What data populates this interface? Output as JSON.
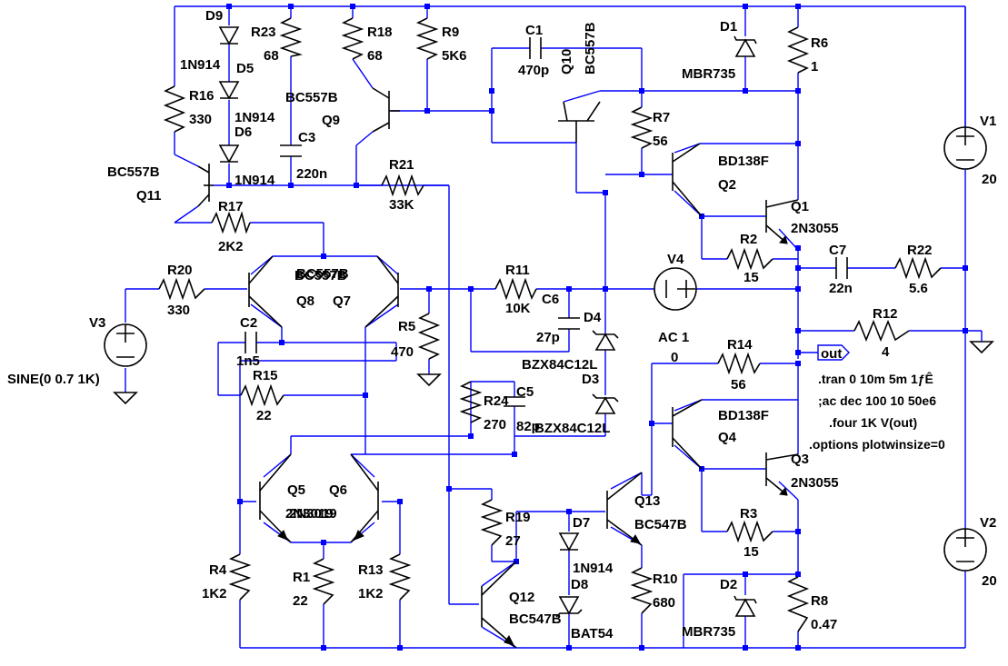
{
  "components": {
    "D9": {
      "ref": "D9",
      "value": "1N914"
    },
    "D5": {
      "ref": "D5",
      "value": "1N914"
    },
    "D6": {
      "ref": "D6",
      "value": "1N914"
    },
    "R23": {
      "ref": "R23",
      "value": "68"
    },
    "R18": {
      "ref": "R18",
      "value": "68"
    },
    "R9": {
      "ref": "R9",
      "value": "5K6"
    },
    "C1": {
      "ref": "C1",
      "value": "470p"
    },
    "Q10": {
      "ref": "Q10",
      "value": "BC557B"
    },
    "D1": {
      "ref": "D1",
      "value": "MBR735"
    },
    "R6": {
      "ref": "R6",
      "value": "1"
    },
    "R16": {
      "ref": "R16",
      "value": "330"
    },
    "Q9": {
      "ref": "Q9",
      "value": "BC557B"
    },
    "C3": {
      "ref": "C3",
      "value": "220n"
    },
    "R7": {
      "ref": "R7",
      "value": "56"
    },
    "V1": {
      "ref": "V1",
      "value": "20"
    },
    "Q11": {
      "ref": "Q11",
      "value": "BC557B"
    },
    "R21": {
      "ref": "R21",
      "value": "33K"
    },
    "Q2": {
      "ref": "Q2",
      "value": "BD138F"
    },
    "Q1": {
      "ref": "Q1",
      "value": "2N3055"
    },
    "R17": {
      "ref": "R17",
      "value": "2K2"
    },
    "R2": {
      "ref": "R2",
      "value": "15"
    },
    "C7": {
      "ref": "C7",
      "value": "22n"
    },
    "R22": {
      "ref": "R22",
      "value": "5.6"
    },
    "R20": {
      "ref": "R20",
      "value": "330"
    },
    "Q8": {
      "ref": "Q8",
      "value": "BC557B"
    },
    "Q7": {
      "ref": "Q7",
      "value": "BC557B"
    },
    "R11": {
      "ref": "R11",
      "value": "10K"
    },
    "V4": {
      "ref": "V4",
      "value": ""
    },
    "V3": {
      "ref": "V3",
      "value": "SINE(0 0.7 1K)"
    },
    "C2": {
      "ref": "C2",
      "value": "1n5"
    },
    "R5": {
      "ref": "R5",
      "value": "470"
    },
    "C6": {
      "ref": "C6",
      "value": "27p"
    },
    "D4": {
      "ref": "D4",
      "value": "BZX84C12L"
    },
    "R12": {
      "ref": "R12",
      "value": "4"
    },
    "R15": {
      "ref": "R15",
      "value": "22"
    },
    "D3": {
      "ref": "D3",
      "value": "BZX84C12L"
    },
    "R14": {
      "ref": "R14",
      "value": "56"
    },
    "R24": {
      "ref": "R24",
      "value": "270"
    },
    "C5": {
      "ref": "C5",
      "value": "82p"
    },
    "Q4": {
      "ref": "Q4",
      "value": "BD138F"
    },
    "Q3": {
      "ref": "Q3",
      "value": "2N3055"
    },
    "Q5": {
      "ref": "Q5",
      "value": "2N3019"
    },
    "Q6": {
      "ref": "Q6",
      "value": "2N3019"
    },
    "R19": {
      "ref": "R19",
      "value": "27"
    },
    "D7": {
      "ref": "D7",
      "value": "1N914"
    },
    "Q13": {
      "ref": "Q13",
      "value": "BC547B"
    },
    "R3": {
      "ref": "R3",
      "value": "15"
    },
    "R4": {
      "ref": "R4",
      "value": "1K2"
    },
    "R1": {
      "ref": "R1",
      "value": "22"
    },
    "R13": {
      "ref": "R13",
      "value": "1K2"
    },
    "D8": {
      "ref": "D8",
      "value": "BAT54"
    },
    "Q12": {
      "ref": "Q12",
      "value": "BC547B"
    },
    "R10": {
      "ref": "R10",
      "value": "680"
    },
    "D2": {
      "ref": "D2",
      "value": "MBR735"
    },
    "R8": {
      "ref": "R8",
      "value": "0.47"
    },
    "V2": {
      "ref": "V2",
      "value": "20"
    }
  },
  "ac_source": {
    "label": "AC 1",
    "value": "0"
  },
  "output_flag": "out",
  "directives": [
    ".tran 0 10m 5m 1ƒÊ",
    ";ac dec 100 10 50e6",
    ".four 1K V(out)",
    ".options plotwinsize=0"
  ],
  "colors": {
    "wire": "#0000ff",
    "symbol": "#000000",
    "background": "#ffffff"
  }
}
